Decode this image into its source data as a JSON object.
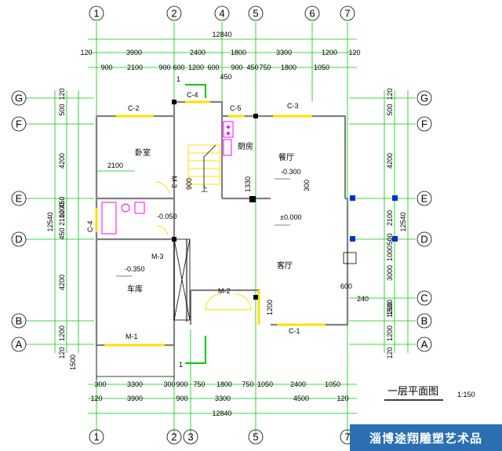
{
  "colors": {
    "dim_green": "#00cc00",
    "wall": "#808080",
    "window_yellow": "#ffe000",
    "door_magenta": "#ff00ff",
    "marker_blue": "#0033cc",
    "watermark_bg": "#2b6fb0"
  },
  "axes": {
    "top": [
      "1",
      "2",
      "4",
      "5",
      "6",
      "7"
    ],
    "bottom": [
      "1",
      "2",
      "3",
      "5",
      "7"
    ],
    "left": [
      "G",
      "F",
      "E",
      "D",
      "B",
      "A"
    ],
    "right": [
      "G",
      "F",
      "E",
      "D",
      "C",
      "B",
      "A"
    ]
  },
  "top_dims": {
    "overall": "12840",
    "row2": [
      "120",
      "3900",
      "2400",
      "1800",
      "3300",
      "1200",
      "120"
    ],
    "row3": [
      "900",
      "2100",
      "900",
      "600",
      "1200",
      "600",
      "900",
      "450",
      "750",
      "1800",
      "1050"
    ],
    "mid_label": "450"
  },
  "bottom_dims": {
    "overall": "12840",
    "row1": [
      "300",
      "3300",
      "300",
      "900",
      "750",
      "1800",
      "750",
      "1050",
      "2400",
      "1050"
    ],
    "row2": [
      "120",
      "3900",
      "900",
      "3300",
      "4500",
      "120"
    ]
  },
  "left_dims": {
    "overall": "12540",
    "row": [
      "120",
      "500",
      "4200",
      "2100",
      "450",
      "1200",
      "450",
      "4200",
      "1200",
      "120"
    ]
  },
  "right_dims": {
    "overall": "12540",
    "row": [
      "120",
      "500",
      "4200",
      "2100",
      "1000",
      "500",
      "3000",
      "1500",
      "1200",
      "1200",
      "120"
    ]
  },
  "rooms": {
    "bedroom": "卧室",
    "kitchen": "厨房",
    "dining": "餐厅",
    "living": "客厅",
    "garage": "车库"
  },
  "labels": {
    "c2": "C-2",
    "c4a": "C-4",
    "c5": "C-5",
    "c3": "C-3",
    "c4b": "C-4",
    "c1": "C-1",
    "m1": "M-1",
    "m2": "M-2",
    "m3a": "M-3",
    "m3b": "M-3",
    "up": "上",
    "level_dining": "-0.300",
    "level_living": "±0.000",
    "level_bath": "-0.050",
    "level_garage": "-0.350",
    "dim_2100": "2100",
    "dim_900": "900",
    "dim_1330": "1330",
    "dim_300": "300",
    "dim_600": "600",
    "dim_240": "240",
    "dim_1200": "1200",
    "dim_1500": "1500",
    "section_mark": "1"
  },
  "title": {
    "name": "一层平面图",
    "scale": "1:150"
  },
  "watermark": "淄博途翔雕塑艺术品"
}
